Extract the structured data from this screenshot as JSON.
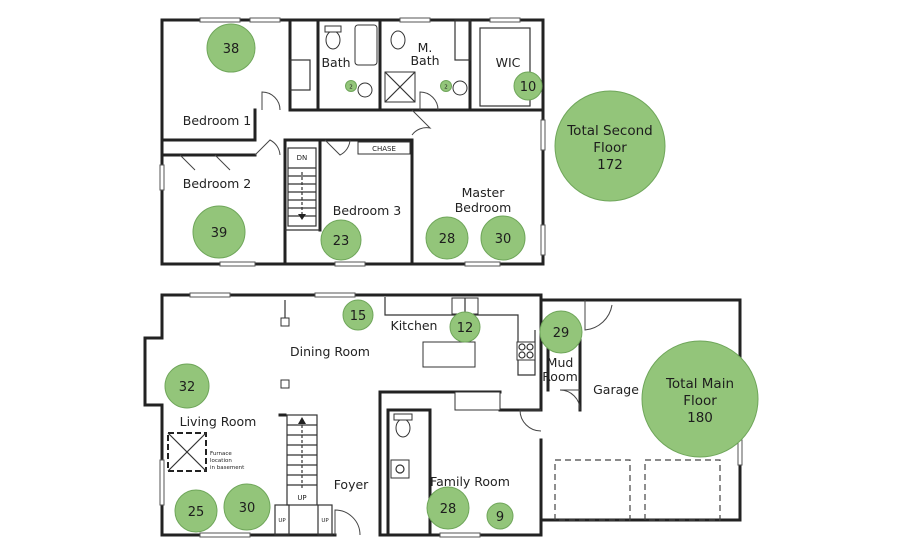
{
  "second_floor": {
    "rooms": {
      "bedroom1": "Bedroom 1",
      "bedroom2": "Bedroom 2",
      "bedroom3": "Bedroom 3",
      "bath": "Bath",
      "mbath_line1": "M.",
      "mbath_line2": "Bath",
      "wic": "WIC",
      "master_line1": "Master",
      "master_line2": "Bedroom",
      "chase": "CHASE",
      "stair_dn": "DN"
    },
    "readings": {
      "bedroom1": "38",
      "bedroom2": "39",
      "bedroom3": "23",
      "master_a": "28",
      "master_b": "30",
      "wic": "10",
      "bath_badge": "2",
      "mbath_badge": "2"
    },
    "total": {
      "line1": "Total Second",
      "line2": "Floor",
      "value": "172"
    }
  },
  "main_floor": {
    "rooms": {
      "dining": "Dining Room",
      "kitchen": "Kitchen",
      "living": "Living Room",
      "foyer": "Foyer",
      "family": "Family Room",
      "mud_line1": "Mud",
      "mud_line2": "Room",
      "garage": "Garage",
      "stair_up": "UP",
      "up_left": "UP",
      "up_right": "UP",
      "furnace_line1": "Furnace",
      "furnace_line2": "location",
      "furnace_line3": "in basement"
    },
    "readings": {
      "dining": "15",
      "kitchen": "12",
      "mud": "29",
      "living": "32",
      "living_a": "25",
      "living_b": "30",
      "family_a": "28",
      "family_b": "9"
    },
    "total": {
      "line1": "Total Main",
      "line2": "Floor",
      "value": "180"
    }
  },
  "colors": {
    "bubble_fill": "#93c57a",
    "bubble_stroke": "#6fa65a",
    "wall": "#222222"
  }
}
